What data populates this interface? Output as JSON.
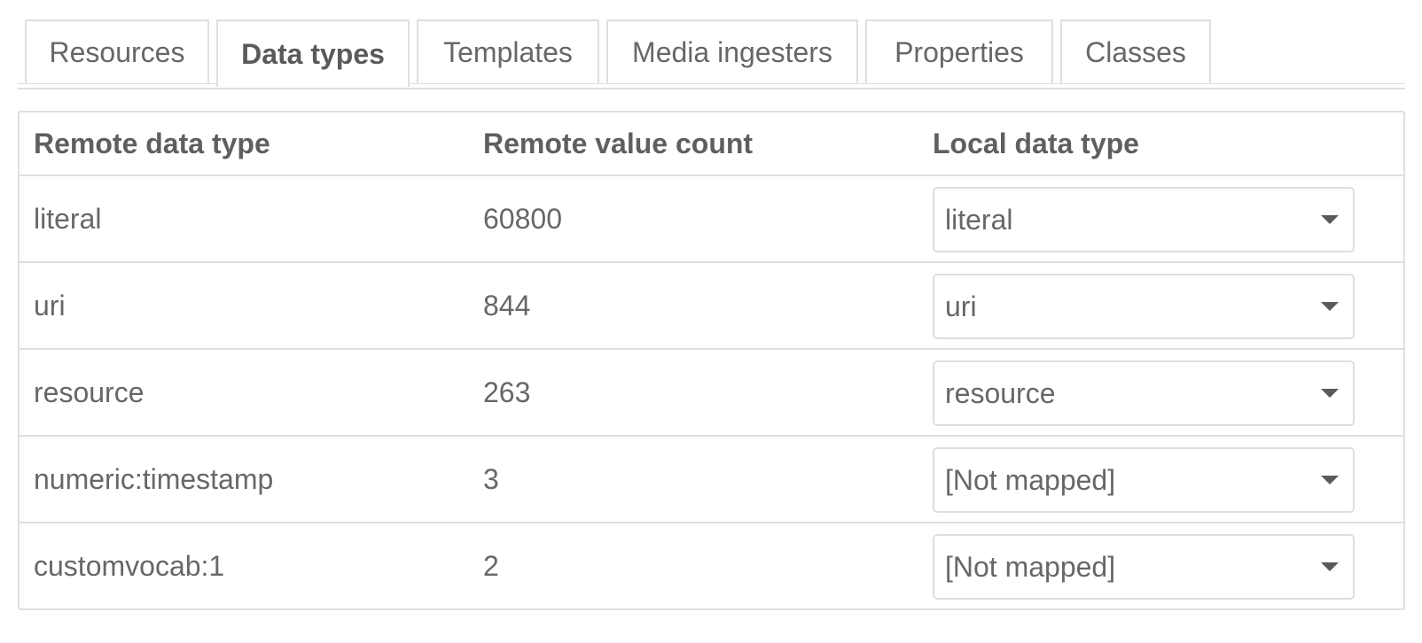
{
  "tabs": [
    {
      "label": "Resources"
    },
    {
      "label": "Data types"
    },
    {
      "label": "Templates"
    },
    {
      "label": "Media ingesters"
    },
    {
      "label": "Properties"
    },
    {
      "label": "Classes"
    }
  ],
  "active_tab": "Data types",
  "table": {
    "headers": [
      "Remote data type",
      "Remote value count",
      "Local data type"
    ],
    "rows": [
      {
        "remote_type": "literal",
        "count": "60800",
        "local_type": "literal"
      },
      {
        "remote_type": "uri",
        "count": "844",
        "local_type": "uri"
      },
      {
        "remote_type": "resource",
        "count": "263",
        "local_type": "resource"
      },
      {
        "remote_type": "numeric:timestamp",
        "count": "3",
        "local_type": "[Not mapped]"
      },
      {
        "remote_type": "customvocab:1",
        "count": "2",
        "local_type": "[Not mapped]"
      }
    ]
  },
  "icons": {
    "select_caret": "caret-down-icon"
  }
}
